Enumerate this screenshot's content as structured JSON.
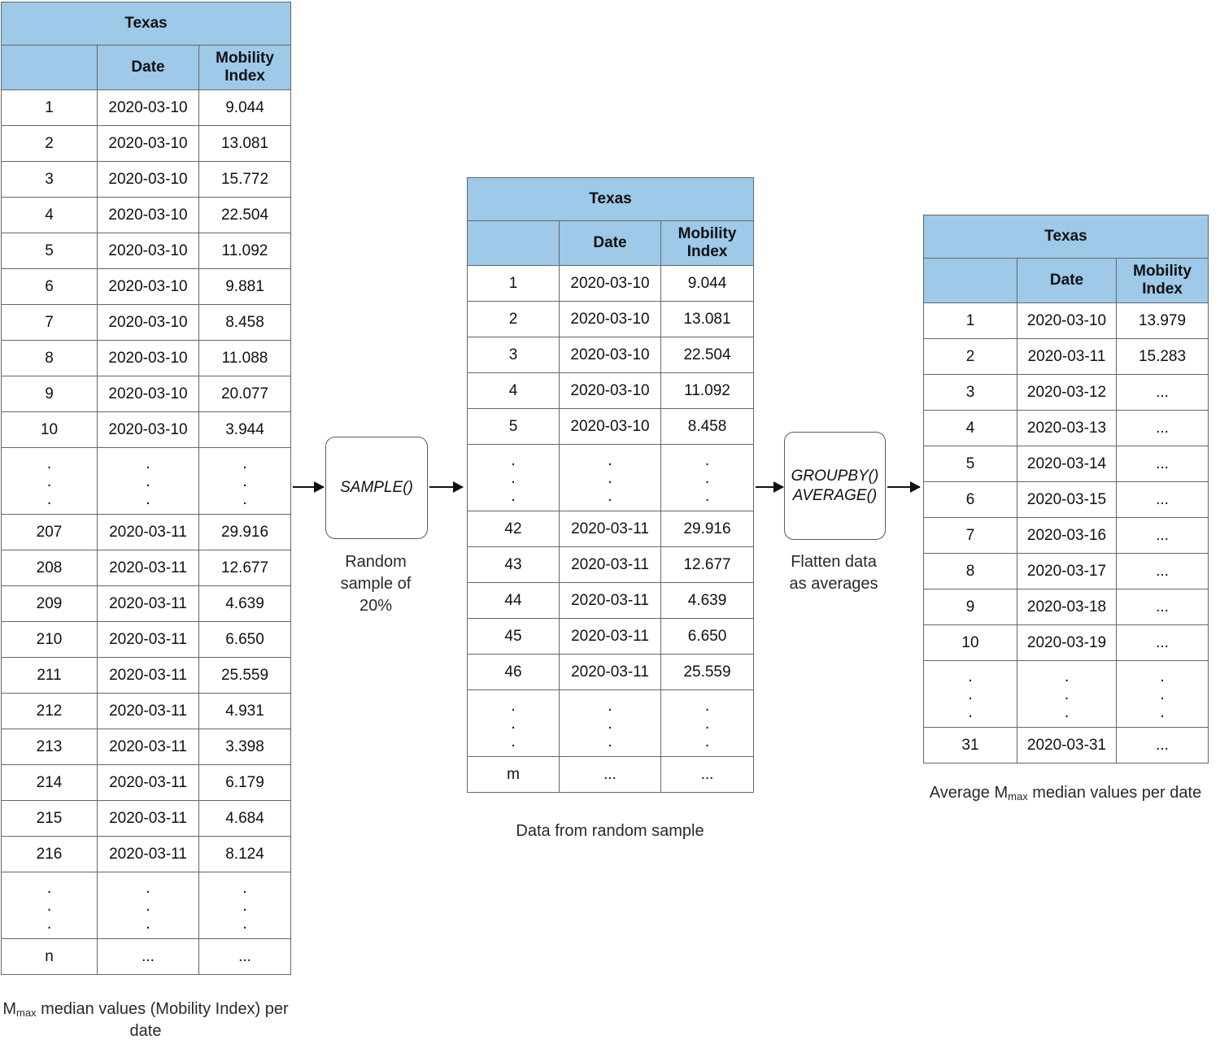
{
  "diagram": {
    "title_hidden": "Mobility index sampling and aggregation pipeline"
  },
  "tables": {
    "source": {
      "title": "Texas",
      "columns": [
        "",
        "Date",
        "Mobility Index"
      ],
      "col_index_header": "",
      "col_date_header": "Date",
      "col_mobility_header": "Mobility Index",
      "rows": [
        {
          "idx": "1",
          "date": "2020-03-10",
          "mobility": "9.044"
        },
        {
          "idx": "2",
          "date": "2020-03-10",
          "mobility": "13.081"
        },
        {
          "idx": "3",
          "date": "2020-03-10",
          "mobility": "15.772"
        },
        {
          "idx": "4",
          "date": "2020-03-10",
          "mobility": "22.504"
        },
        {
          "idx": "5",
          "date": "2020-03-10",
          "mobility": "11.092"
        },
        {
          "idx": "6",
          "date": "2020-03-10",
          "mobility": "9.881"
        },
        {
          "idx": "7",
          "date": "2020-03-10",
          "mobility": "8.458"
        },
        {
          "idx": "8",
          "date": "2020-03-10",
          "mobility": "11.088"
        },
        {
          "idx": "9",
          "date": "2020-03-10",
          "mobility": "20.077"
        },
        {
          "idx": "10",
          "date": "2020-03-10",
          "mobility": "3.944"
        },
        {
          "idx": "⋮",
          "date": "⋮",
          "mobility": "⋮",
          "ellipsis": true
        },
        {
          "idx": "207",
          "date": "2020-03-11",
          "mobility": "29.916"
        },
        {
          "idx": "208",
          "date": "2020-03-11",
          "mobility": "12.677"
        },
        {
          "idx": "209",
          "date": "2020-03-11",
          "mobility": "4.639"
        },
        {
          "idx": "210",
          "date": "2020-03-11",
          "mobility": "6.650"
        },
        {
          "idx": "211",
          "date": "2020-03-11",
          "mobility": "25.559"
        },
        {
          "idx": "212",
          "date": "2020-03-11",
          "mobility": "4.931"
        },
        {
          "idx": "213",
          "date": "2020-03-11",
          "mobility": "3.398"
        },
        {
          "idx": "214",
          "date": "2020-03-11",
          "mobility": "6.179"
        },
        {
          "idx": "215",
          "date": "2020-03-11",
          "mobility": "4.684"
        },
        {
          "idx": "216",
          "date": "2020-03-11",
          "mobility": "8.124"
        },
        {
          "idx": "⋮",
          "date": "⋮",
          "mobility": "⋮",
          "ellipsis": true
        },
        {
          "idx": "n",
          "date": "...",
          "mobility": "..."
        }
      ],
      "caption_prefix": "M",
      "caption_sub": "max",
      "caption_rest": " median values (Mobility Index) per date"
    },
    "sample": {
      "title": "Texas",
      "col_index_header": "",
      "col_date_header": "Date",
      "col_mobility_header": "Mobility Index",
      "rows": [
        {
          "idx": "1",
          "date": "2020-03-10",
          "mobility": "9.044"
        },
        {
          "idx": "2",
          "date": "2020-03-10",
          "mobility": "13.081"
        },
        {
          "idx": "3",
          "date": "2020-03-10",
          "mobility": "22.504"
        },
        {
          "idx": "4",
          "date": "2020-03-10",
          "mobility": "11.092"
        },
        {
          "idx": "5",
          "date": "2020-03-10",
          "mobility": "8.458"
        },
        {
          "idx": "⋮",
          "date": "⋮",
          "mobility": "⋮",
          "ellipsis": true
        },
        {
          "idx": "42",
          "date": "2020-03-11",
          "mobility": "29.916"
        },
        {
          "idx": "43",
          "date": "2020-03-11",
          "mobility": "12.677"
        },
        {
          "idx": "44",
          "date": "2020-03-11",
          "mobility": "4.639"
        },
        {
          "idx": "45",
          "date": "2020-03-11",
          "mobility": "6.650"
        },
        {
          "idx": "46",
          "date": "2020-03-11",
          "mobility": "25.559"
        },
        {
          "idx": "⋮",
          "date": "⋮",
          "mobility": "⋮",
          "ellipsis": true
        },
        {
          "idx": "m",
          "date": "...",
          "mobility": "..."
        }
      ],
      "caption": "Data from random sample"
    },
    "averages": {
      "title": "Texas",
      "col_index_header": "",
      "col_date_header": "Date",
      "col_mobility_header": "Mobility Index",
      "rows": [
        {
          "idx": "1",
          "date": "2020-03-10",
          "mobility": "13.979"
        },
        {
          "idx": "2",
          "date": "2020-03-11",
          "mobility": "15.283"
        },
        {
          "idx": "3",
          "date": "2020-03-12",
          "mobility": "..."
        },
        {
          "idx": "4",
          "date": "2020-03-13",
          "mobility": "..."
        },
        {
          "idx": "5",
          "date": "2020-03-14",
          "mobility": "..."
        },
        {
          "idx": "6",
          "date": "2020-03-15",
          "mobility": "..."
        },
        {
          "idx": "7",
          "date": "2020-03-16",
          "mobility": "..."
        },
        {
          "idx": "8",
          "date": "2020-03-17",
          "mobility": "..."
        },
        {
          "idx": "9",
          "date": "2020-03-18",
          "mobility": "..."
        },
        {
          "idx": "10",
          "date": "2020-03-19",
          "mobility": "..."
        },
        {
          "idx": "⋮",
          "date": "⋮",
          "mobility": "⋮",
          "ellipsis": true
        },
        {
          "idx": "31",
          "date": "2020-03-31",
          "mobility": "..."
        }
      ],
      "caption_prefix": "Average M",
      "caption_sub": "max",
      "caption_rest": " median values per date"
    }
  },
  "process": {
    "sample_node": {
      "label": "SAMPLE()",
      "caption": "Random sample of 20%"
    },
    "groupby_node": {
      "label_line1": "GROUPBY()",
      "label_line2": "AVERAGE()",
      "caption": "Flatten data as averages"
    }
  },
  "colors": {
    "header_blue": "#9ec9e9",
    "border_gray": "#666666",
    "text": "#111111"
  }
}
